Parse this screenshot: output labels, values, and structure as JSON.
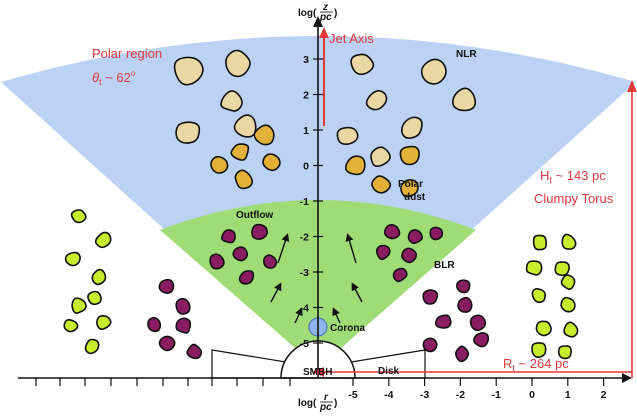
{
  "labels": {
    "polar_region": "Polar region",
    "theta": "θ",
    "theta_sub": "t",
    "theta_value": " ~ 62",
    "theta_deg": "o",
    "jet_axis": "Jet Axis",
    "nlr": "NLR",
    "polar_dust_1": "Polar",
    "polar_dust_2": "dust",
    "outflow": "Outflow",
    "blr": "BLR",
    "corona": "Corona",
    "smbh": "SMBH",
    "disk": "Disk",
    "h_prefix": "H",
    "h_sub": "t",
    "h_value": " ~ 143 pc",
    "clumpy_torus": "Clumpy Torus",
    "r_prefix": "R",
    "r_sub": "t",
    "r_value": " ~ 264 pc",
    "y_axis_log": "log(",
    "y_axis_num": "z",
    "y_axis_den": "pc",
    "y_axis_close": ")",
    "x_axis_log": "log(",
    "x_axis_num": "r",
    "x_axis_den": "pc",
    "x_axis_close": ")"
  },
  "y_ticks": [
    "3",
    "2",
    "1",
    "0",
    "-1",
    "-2",
    "-3",
    "-4",
    "-5"
  ],
  "x_ticks": [
    "-5",
    "-4",
    "-3",
    "-2",
    "-1",
    "0",
    "1",
    "2"
  ],
  "colors": {
    "polar_cone": "#bcd2f4",
    "outflow_cone": "#9fdc76",
    "nlr_clump": "#ead7a4",
    "polar_dust_clump": "#e2b238",
    "blr_clump": "#8a1d62",
    "torus_outer_clump": "#c6ec2c",
    "corona": "#8fb6ef",
    "annotation": "#e03a3a"
  }
}
